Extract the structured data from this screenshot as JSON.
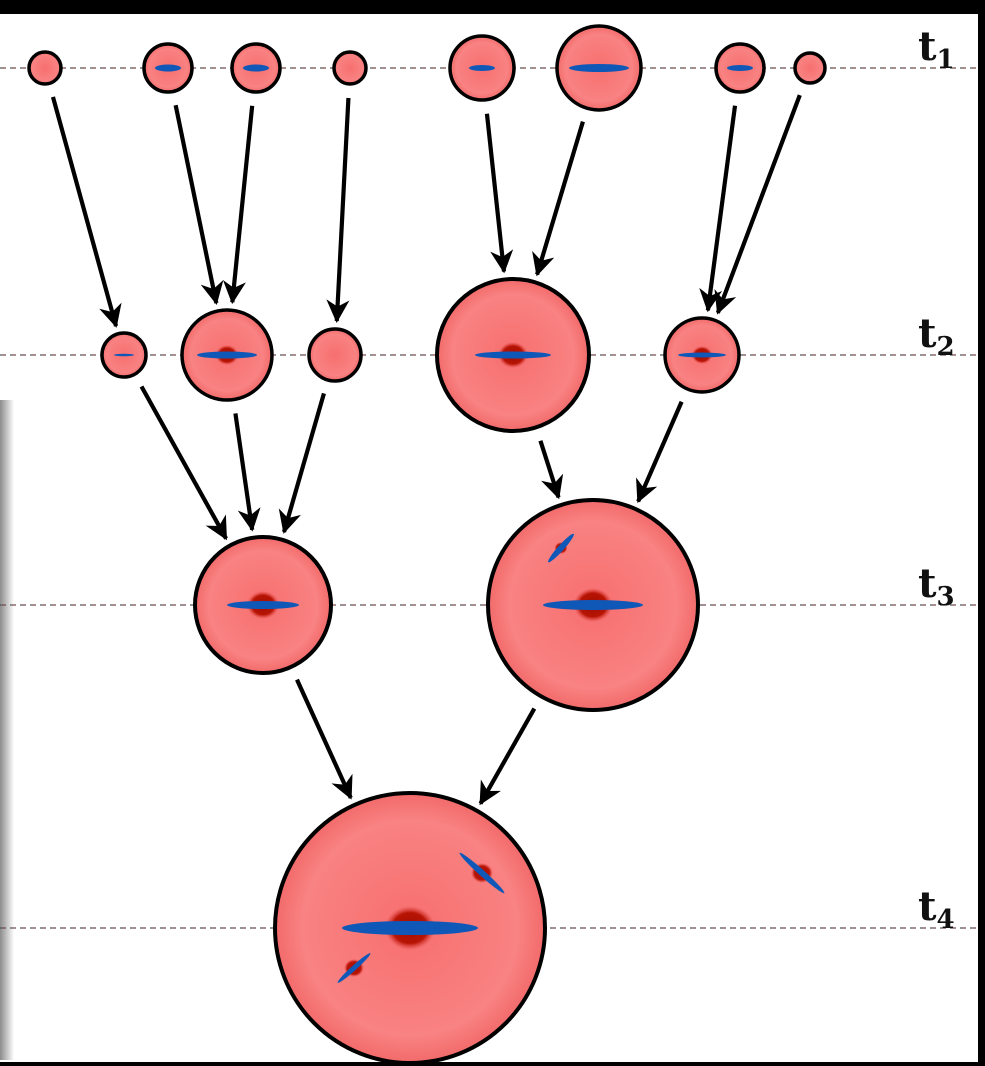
{
  "diagram": {
    "levels": [
      {
        "id": "t1",
        "label": "t",
        "sub": "1"
      },
      {
        "id": "t2",
        "label": "t",
        "sub": "2"
      },
      {
        "id": "t3",
        "label": "t",
        "sub": "3"
      },
      {
        "id": "t4",
        "label": "t",
        "sub": "4"
      }
    ],
    "colors": {
      "halo_fill": "#f98080",
      "halo_stroke": "#000000",
      "disk": "#1058b8",
      "bulge": "#b01000",
      "timeline": "#555555",
      "timeline_accent": "#e03030",
      "arrow": "#000000",
      "background": "#ffffff"
    },
    "halos": [
      {
        "id": "t1-h1",
        "level": "t1",
        "disk": false,
        "bulge": false
      },
      {
        "id": "t1-h2",
        "level": "t1",
        "disk": true,
        "bulge": false
      },
      {
        "id": "t1-h3",
        "level": "t1",
        "disk": true,
        "bulge": false
      },
      {
        "id": "t1-h4",
        "level": "t1",
        "disk": false,
        "bulge": false
      },
      {
        "id": "t1-h5",
        "level": "t1",
        "disk": true,
        "bulge": false
      },
      {
        "id": "t1-h6",
        "level": "t1",
        "disk": true,
        "bulge": false
      },
      {
        "id": "t1-h7",
        "level": "t1",
        "disk": true,
        "bulge": false
      },
      {
        "id": "t1-h8",
        "level": "t1",
        "disk": false,
        "bulge": false
      },
      {
        "id": "t2-h1",
        "level": "t2",
        "disk": true,
        "bulge": false
      },
      {
        "id": "t2-h2",
        "level": "t2",
        "disk": true,
        "bulge": true
      },
      {
        "id": "t2-h3",
        "level": "t2",
        "disk": false,
        "bulge": false
      },
      {
        "id": "t2-h4",
        "level": "t2",
        "disk": true,
        "bulge": true
      },
      {
        "id": "t2-h5",
        "level": "t2",
        "disk": true,
        "bulge": true
      },
      {
        "id": "t3-h1",
        "level": "t3",
        "disk": true,
        "bulge": true
      },
      {
        "id": "t3-h2",
        "level": "t3",
        "disk": true,
        "bulge": true,
        "satellites": 1
      },
      {
        "id": "t4-h1",
        "level": "t4",
        "disk": true,
        "bulge": true,
        "satellites": 2
      }
    ],
    "mergers": [
      {
        "from": "t1-h1",
        "to": "t2-h1"
      },
      {
        "from": "t1-h2",
        "to": "t2-h2"
      },
      {
        "from": "t1-h3",
        "to": "t2-h2"
      },
      {
        "from": "t1-h4",
        "to": "t2-h3"
      },
      {
        "from": "t1-h5",
        "to": "t2-h4"
      },
      {
        "from": "t1-h6",
        "to": "t2-h4"
      },
      {
        "from": "t1-h7",
        "to": "t2-h5"
      },
      {
        "from": "t1-h8",
        "to": "t2-h5"
      },
      {
        "from": "t2-h1",
        "to": "t3-h1"
      },
      {
        "from": "t2-h2",
        "to": "t3-h1"
      },
      {
        "from": "t2-h3",
        "to": "t3-h1"
      },
      {
        "from": "t2-h4",
        "to": "t3-h2"
      },
      {
        "from": "t2-h5",
        "to": "t3-h2"
      },
      {
        "from": "t3-h1",
        "to": "t4-h1"
      },
      {
        "from": "t3-h2",
        "to": "t4-h1"
      }
    ]
  }
}
